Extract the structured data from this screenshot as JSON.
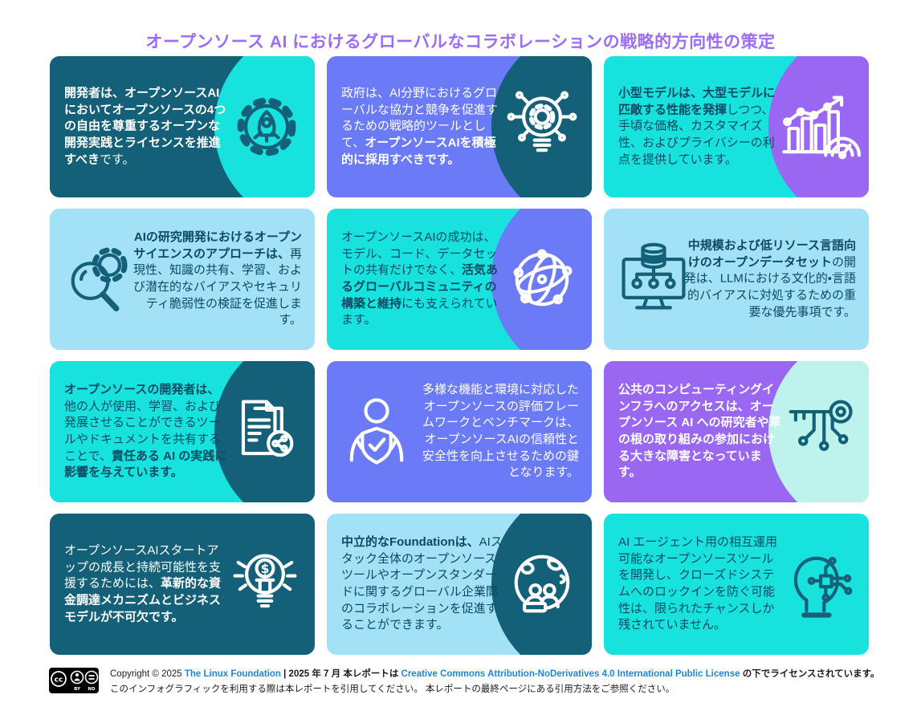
{
  "title": "オープンソース AI におけるグローバルなコラボレーションの戦略的方向性の策定",
  "colors": {
    "teal_dark": "#136078",
    "cyan": "#17E2DD",
    "light_blue": "#A3E1F6",
    "periwinkle": "#6B7BF7",
    "purple": "#9A67F2",
    "mint": "#BDF3EC",
    "white": "#FFFFFF",
    "text_dark": "#0A4A63",
    "title": "#9C6CFA",
    "link": "#1E87DC",
    "footer_text": "#1C1C1C",
    "badge_bg": "#000000"
  },
  "cards": [
    {
      "icon": "rocket-gear-icon",
      "bg": "teal_dark",
      "fg": "white",
      "circle": "cyan",
      "icon_color": "teal_dark",
      "segments": [
        {
          "t": "開発者は、オープンソースAIにおいてオープンソースの4つの自由を尊重するオープンな開発実践とライセンスを推進すべき",
          "b": true
        },
        {
          "t": "です。",
          "b": false
        }
      ]
    },
    {
      "icon": "lightbulb-gear-circuit-icon",
      "bg": "periwinkle",
      "fg": "white",
      "circle": "teal_dark",
      "icon_color": "white",
      "segments": [
        {
          "t": "政府は、AI分野におけるグローバルな協力と競争を促進するための戦略的ツールとして、",
          "b": false
        },
        {
          "t": "オープンソースAIを積極的に採用すべきです。",
          "b": true
        }
      ]
    },
    {
      "icon": "bar-chart-gauge-icon",
      "bg": "cyan",
      "fg": "text_dark",
      "circle": "purple",
      "icon_color": "white",
      "segments": [
        {
          "t": "小型モデルは、大型モデルに匹敵する性能を発揮",
          "b": true
        },
        {
          "t": "しつつ、手頃な価格、カスタマイズ性、およびプライバシーの利点を提供しています。",
          "b": false
        }
      ]
    },
    {
      "icon": "magnifier-gear-icon",
      "bg": "light_blue",
      "fg": "text_dark",
      "circle": null,
      "icon_color": "teal_dark",
      "segments": [
        {
          "t": "AIの研究開発におけるオープンサイエンスのアプローチは、",
          "b": true
        },
        {
          "t": "再現性、知識の共有、学習、および潜在的なバイアスやセキュリティ脆弱性の検証を促進します。",
          "b": false
        }
      ]
    },
    {
      "icon": "globe-network-icon",
      "bg": "cyan",
      "fg": "text_dark",
      "circle": "periwinkle",
      "icon_color": "white",
      "segments": [
        {
          "t": "オープンソースAIの成功は、モデル、コード、データセットの共有だけでなく、",
          "b": false
        },
        {
          "t": "活気あるグローバルコミュニティの構築と維持",
          "b": true
        },
        {
          "t": "にも支えられています。",
          "b": false
        }
      ]
    },
    {
      "icon": "monitor-database-icon",
      "bg": "light_blue",
      "fg": "text_dark",
      "circle": null,
      "icon_color": "teal_dark",
      "segments": [
        {
          "t": "中規模および低リソース言語向けのオープンデータセット",
          "b": true
        },
        {
          "t": "の開発は、LLMにおける文化的・言語的バイアスに対処するための重要な優先事項です。",
          "b": false
        }
      ]
    },
    {
      "icon": "documents-share-icon",
      "bg": "cyan",
      "fg": "text_dark",
      "circle": "teal_dark",
      "icon_color": "white",
      "segments": [
        {
          "t": "オープンソースの開発者は、",
          "b": true
        },
        {
          "t": "他の人が使用、学習、および発展させることができるツールやドキュメントを共有することで、",
          "b": false
        },
        {
          "t": "責任ある AI の実践に影響を与えています。",
          "b": true
        }
      ]
    },
    {
      "icon": "person-shield-check-icon",
      "bg": "periwinkle",
      "fg": "white",
      "circle": null,
      "icon_color": "white",
      "segments": [
        {
          "t": "多様な機能と環境に対応したオープンソースの評価フレームワークとベンチマークは、オープンソースAIの信頼性と安全性を向上させるための鍵となります。",
          "b": false
        }
      ]
    },
    {
      "icon": "key-circuit-icon",
      "bg": "purple",
      "fg": "white",
      "circle": "mint",
      "icon_color": "teal_dark",
      "segments": [
        {
          "t": "公共のコンピューティングインフラへのアクセスは、オープンソース AI への研究者や草の根の取り組みの参加における大きな障害となっています。",
          "b": true
        }
      ]
    },
    {
      "icon": "lightbulb-dollar-icon",
      "bg": "teal_dark",
      "fg": "white",
      "circle": null,
      "icon_color": "white",
      "segments": [
        {
          "t": "オープンソースAIスタートアップの成長と持続可能性を支援するためには、",
          "b": false
        },
        {
          "t": "革新的な資金調達メカニズムとビジネスモデルが不可欠です。",
          "b": true
        }
      ]
    },
    {
      "icon": "globe-people-icon",
      "bg": "light_blue",
      "fg": "text_dark",
      "circle": "teal_dark",
      "icon_color": "white",
      "segments": [
        {
          "t": "中立的なFoundationは、",
          "b": true
        },
        {
          "t": "AIスタック全体のオープンソースツールやオープンスタンダードに関するグローバル企業間のコラボレーションを促進することができます。",
          "b": false
        }
      ]
    },
    {
      "icon": "head-circuit-icon",
      "bg": "cyan",
      "fg": "text_dark",
      "circle": null,
      "icon_color": "teal_dark",
      "segments": [
        {
          "t": "AI エージェント用の相互運用可能なオープンソースツールを開発し、クローズドシステムへのロックインを防ぐ可能性は、限られたチャンスしか残されていません。",
          "b": false
        }
      ]
    }
  ],
  "footer": {
    "license_badge": {
      "logo": "CC",
      "labels": [
        "BY",
        "ND"
      ]
    },
    "line1": [
      {
        "t": "Copyright © 2025 ",
        "b": false
      },
      {
        "t": "The Linux Foundation",
        "b": true,
        "c": "link"
      },
      {
        "t": " | 2025 年 7 月  本レポートは ",
        "b": true
      },
      {
        "t": "Creative Commons Attribution-NoDerivatives 4.0 International Public License",
        "b": true,
        "c": "link"
      },
      {
        "t": " の下でライセンスされています。",
        "b": true
      }
    ],
    "line2": [
      {
        "t": "このインフォグラフィックを利用する際は本レポートを引用してください。 本レポートの最終ページにある引用方法をご参照ください。",
        "b": false
      }
    ]
  }
}
